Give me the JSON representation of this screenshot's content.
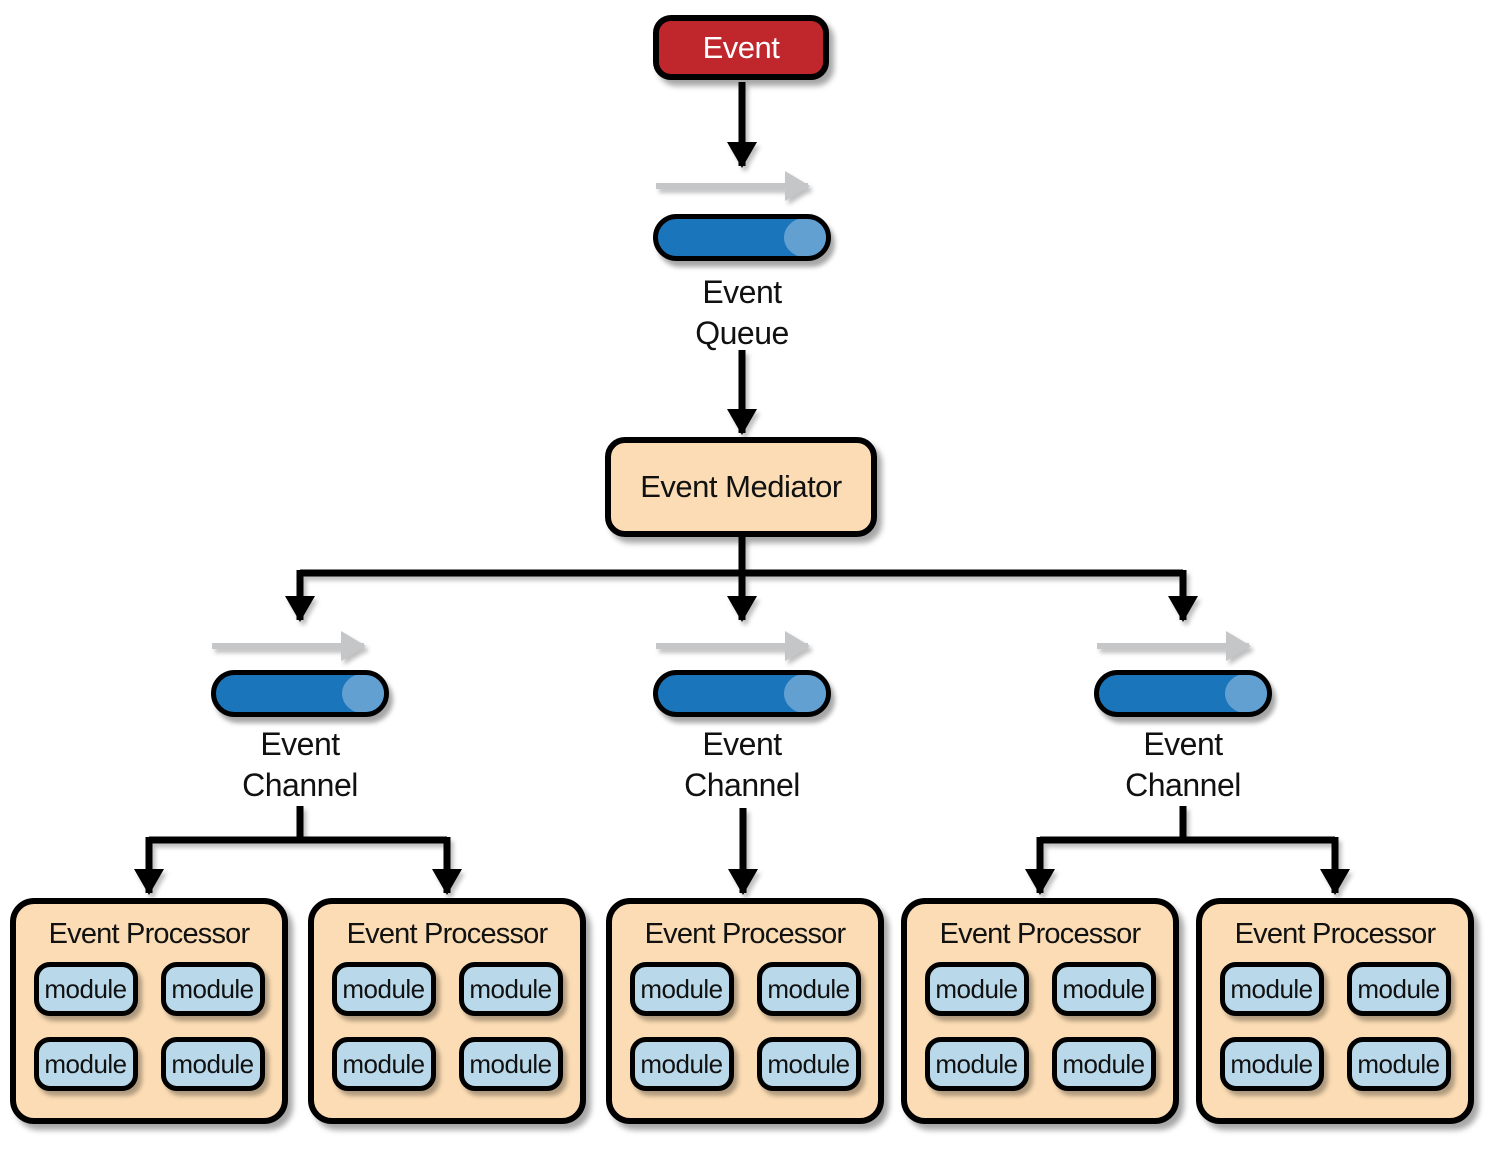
{
  "diagram": {
    "event": {
      "label": "Event"
    },
    "queue": {
      "label": "Event\nQueue"
    },
    "mediator": {
      "label": "Event Mediator"
    },
    "channels": [
      {
        "label": "Event\nChannel"
      },
      {
        "label": "Event\nChannel"
      },
      {
        "label": "Event\nChannel"
      }
    ],
    "processors": [
      {
        "title": "Event Processor",
        "modules": [
          "module",
          "module",
          "module",
          "module"
        ]
      },
      {
        "title": "Event Processor",
        "modules": [
          "module",
          "module",
          "module",
          "module"
        ]
      },
      {
        "title": "Event Processor",
        "modules": [
          "module",
          "module",
          "module",
          "module"
        ]
      },
      {
        "title": "Event Processor",
        "modules": [
          "module",
          "module",
          "module",
          "module"
        ]
      },
      {
        "title": "Event Processor",
        "modules": [
          "module",
          "module",
          "module",
          "module"
        ]
      }
    ],
    "colors": {
      "event_red": "#C0272D",
      "box_peach": "#FBDCB4",
      "cylinder_blue": "#1B75BB",
      "cylinder_highlight": "#62A0D2",
      "module_blue": "#B9D9EB",
      "connector_black": "#000000",
      "flow_arrow_gray": "#C5C6C8"
    }
  }
}
